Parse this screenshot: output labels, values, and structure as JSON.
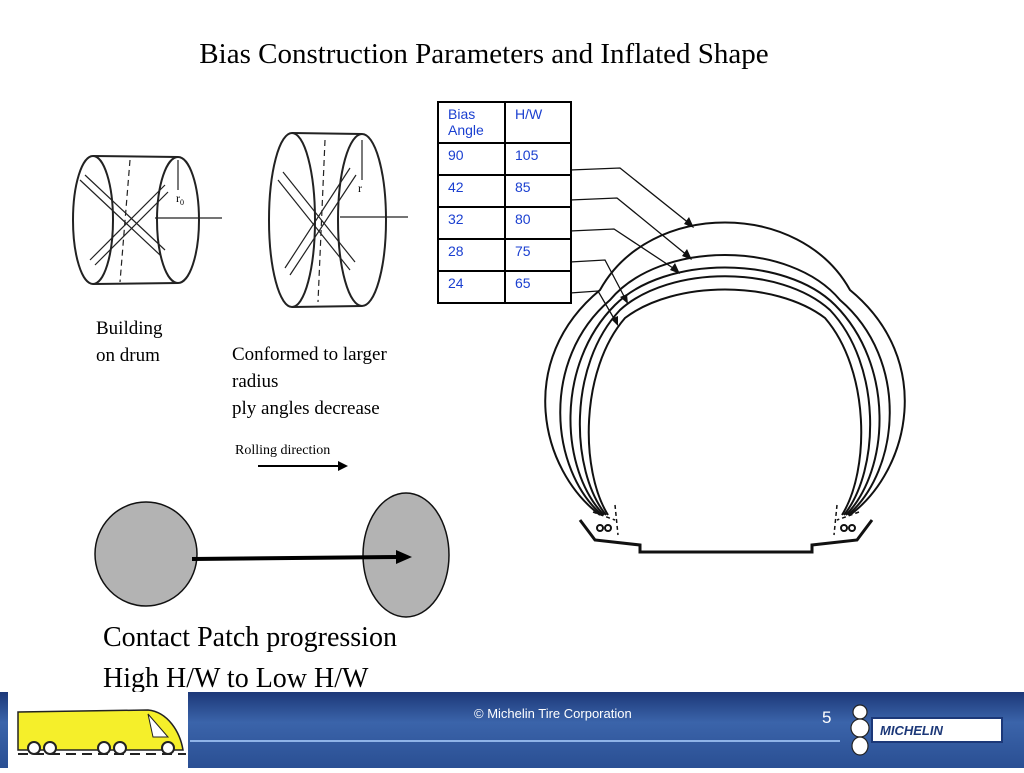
{
  "slide": {
    "title": "Bias Construction Parameters and Inflated Shape",
    "caption_drum": [
      "Building",
      "on drum"
    ],
    "caption_conformed": [
      "Conformed to larger",
      "radius",
      "ply angles decrease"
    ],
    "rolling_direction": "Rolling direction",
    "contact_patch": [
      "Contact Patch progression",
      "High H/W to Low H/W"
    ],
    "drum_label_r0": "r",
    "drum_label_r0_sub": "0",
    "drum_label_r": "r"
  },
  "table": {
    "headers": [
      "Bias Angle",
      "H/W"
    ],
    "rows": [
      [
        "90",
        "105"
      ],
      [
        "42",
        "85"
      ],
      [
        "32",
        "80"
      ],
      [
        "28",
        "75"
      ],
      [
        "24",
        "65"
      ]
    ]
  },
  "footer": {
    "copyright": "© Michelin Tire Corporation",
    "page_number": "5",
    "brand": "MICHELIN"
  },
  "colors": {
    "table_text": "#1a3fd0",
    "patch_fill": "#b3b3b3",
    "footer_bg": "#2a4f93"
  }
}
